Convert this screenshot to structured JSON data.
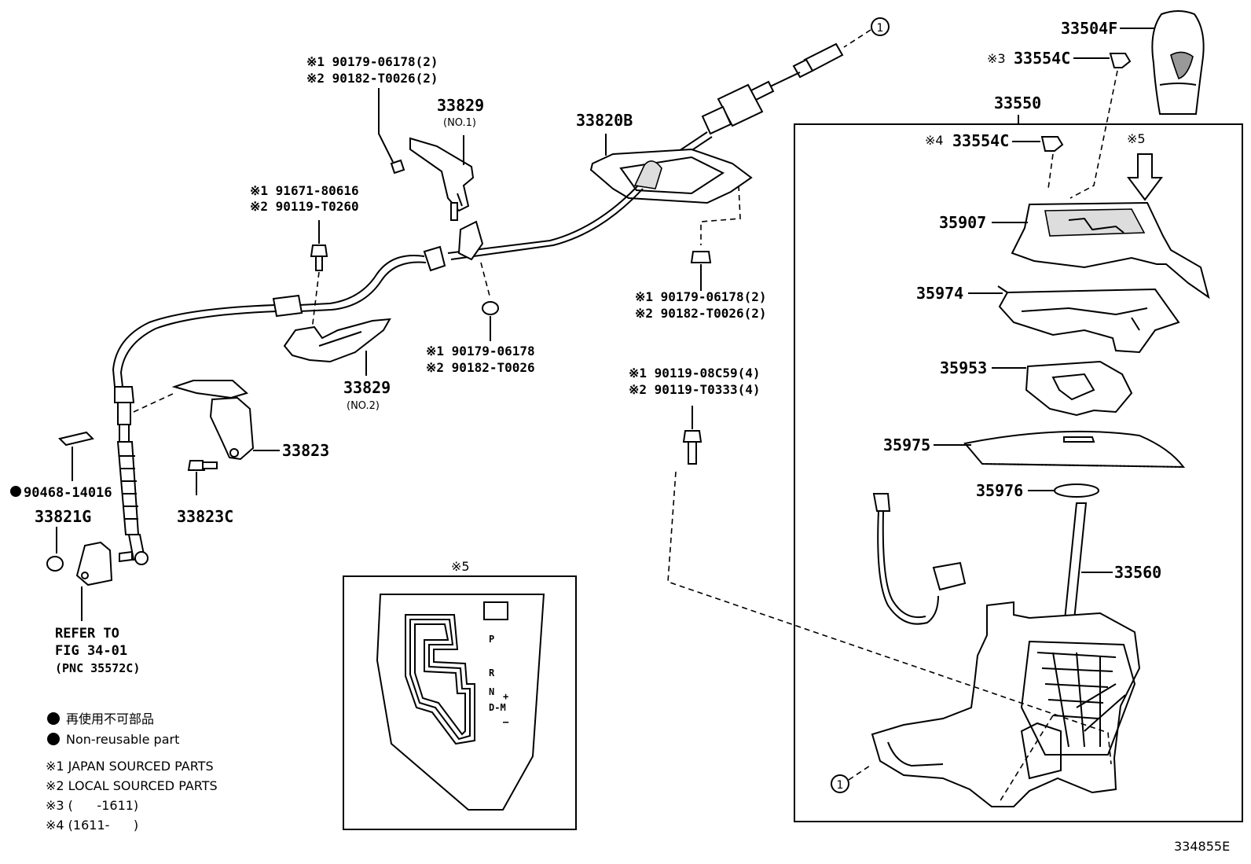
{
  "figure_id": "334855E",
  "parts": {
    "p33504F": "33504F",
    "p33554C_3": "33554C",
    "p33554C_4": "33554C",
    "p33550": "33550",
    "p35907": "35907",
    "p35974": "35974",
    "p35953": "35953",
    "p35975": "35975",
    "p35976": "35976",
    "p33560": "33560",
    "p33820B": "33820B",
    "p33829a": "33829",
    "p33829a_sub": "(NO.1)",
    "p33829b": "33829",
    "p33829b_sub": "(NO.2)",
    "p33823": "33823",
    "p33823C": "33823C",
    "p33821G": "33821G",
    "p90468": "90468-14016"
  },
  "notes": {
    "n1": [
      "※1 90179-06178(2)",
      "※2 90182-T0026(2)"
    ],
    "n2": [
      "※1 91671-80616",
      "※2 90119-T0260"
    ],
    "n3": [
      "※1 90179-06178",
      "※2 90182-T0026"
    ],
    "n4": [
      "※1 90179-06178(2)",
      "※2 90182-T0026(2)"
    ],
    "n5": [
      "※1 90119-08C59(4)",
      "※2 90119-T0333(4)"
    ],
    "mark3": "※3",
    "mark4": "※4",
    "mark5_top": "※5",
    "mark5_inset": "※5",
    "ref1": "1"
  },
  "refer": [
    "REFER TO",
    "FIG 34-01",
    "(PNC 35572C)"
  ],
  "gate": {
    "p": "P",
    "r": "R",
    "n": "N",
    "d": "D-M",
    "plus": "+",
    "minus": "–"
  },
  "legend": {
    "jp": "再使用不可部品",
    "en": "Non-reusable part",
    "l1": "※1 JAPAN SOURCED PARTS",
    "l2": "※2 LOCAL SOURCED PARTS",
    "l3": "※3 (      -1611)",
    "l4": "※4 (1611-      )"
  }
}
